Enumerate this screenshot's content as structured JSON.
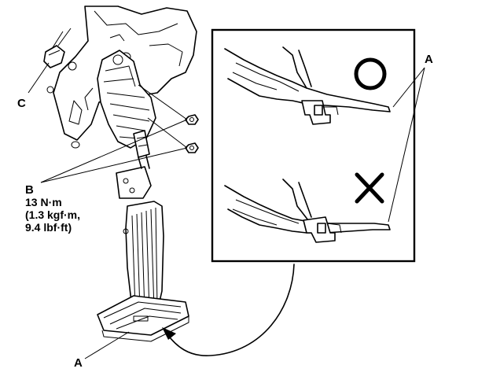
{
  "labels": {
    "callout_a_top": "A",
    "callout_a_bottom": "A",
    "callout_b": "B",
    "callout_c": "C",
    "torque_nm": "13 N·m",
    "torque_kgf": "(1.3 kgf·m,",
    "torque_lbf": "9.4 lbf·ft)"
  },
  "symbols": {
    "correct": "circle-mark",
    "incorrect": "cross-mark"
  }
}
